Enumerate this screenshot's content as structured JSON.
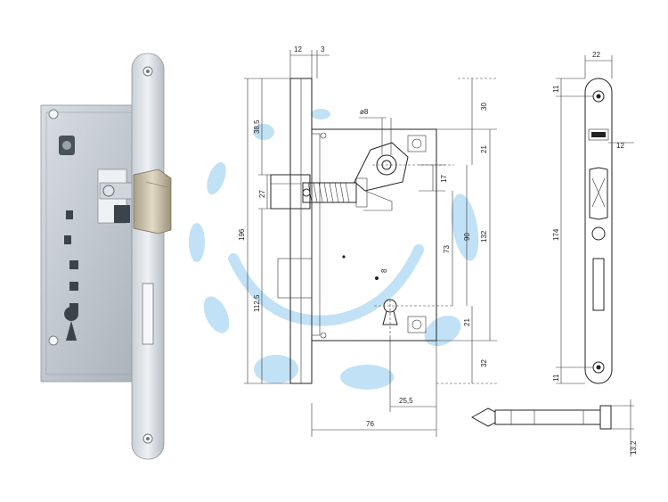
{
  "colors": {
    "line": "#222222",
    "watermark": "#8ec8ef",
    "metal_light": "#dfe4ea",
    "metal_mid": "#b9c0c8",
    "metal_dark": "#6e767e",
    "brass": "#c9bfa8"
  },
  "dimensions": {
    "front_width": "12",
    "front_thickness": "3",
    "top_offset": "38,5",
    "latch_height": "27",
    "overall_height": "196",
    "lower_offset": "112,5",
    "follower_diameter": "ø8",
    "lever_offset": "17",
    "top_margin": "30",
    "upper_gap": "21",
    "side_height": "132",
    "mid_height": "90",
    "inner_height": "73",
    "lower_gap": "21",
    "bottom_margin": "32",
    "backset": "76",
    "keyhole_offset": "25,5",
    "keyhole_size": "8",
    "faceplate_width": "22",
    "faceplate_inset": "12",
    "hole_top": "11",
    "hole_span": "174",
    "hole_bottom": "11",
    "screw_diameter": "13,2"
  }
}
